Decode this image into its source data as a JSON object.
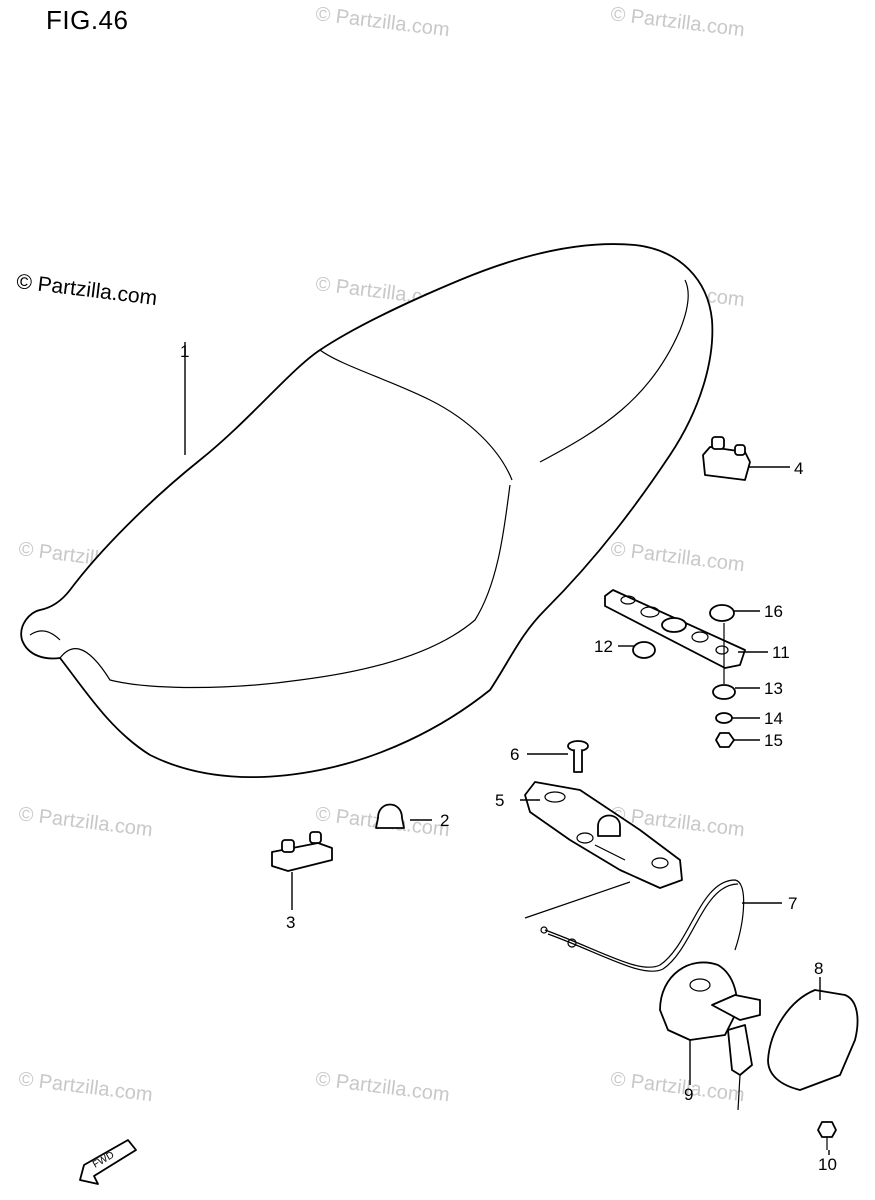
{
  "figure": {
    "title": "FIG.46",
    "copyright": "© Partzilla.com",
    "watermark_text": "© Partzilla.com",
    "fwd_label": "FWD"
  },
  "callouts": [
    {
      "id": "1",
      "part": "seat"
    },
    {
      "id": "2",
      "part": "cushion"
    },
    {
      "id": "3",
      "part": "cushion-block"
    },
    {
      "id": "4",
      "part": "cushion-block"
    },
    {
      "id": "5",
      "part": "seat-lock"
    },
    {
      "id": "6",
      "part": "bolt"
    },
    {
      "id": "7",
      "part": "cable"
    },
    {
      "id": "8",
      "part": "cover"
    },
    {
      "id": "9",
      "part": "lock-set"
    },
    {
      "id": "10",
      "part": "screw"
    },
    {
      "id": "11",
      "part": "bracket"
    },
    {
      "id": "12",
      "part": "cushion"
    },
    {
      "id": "13",
      "part": "cushion"
    },
    {
      "id": "14",
      "part": "washer"
    },
    {
      "id": "15",
      "part": "nut"
    },
    {
      "id": "16",
      "part": "cushion"
    }
  ]
}
